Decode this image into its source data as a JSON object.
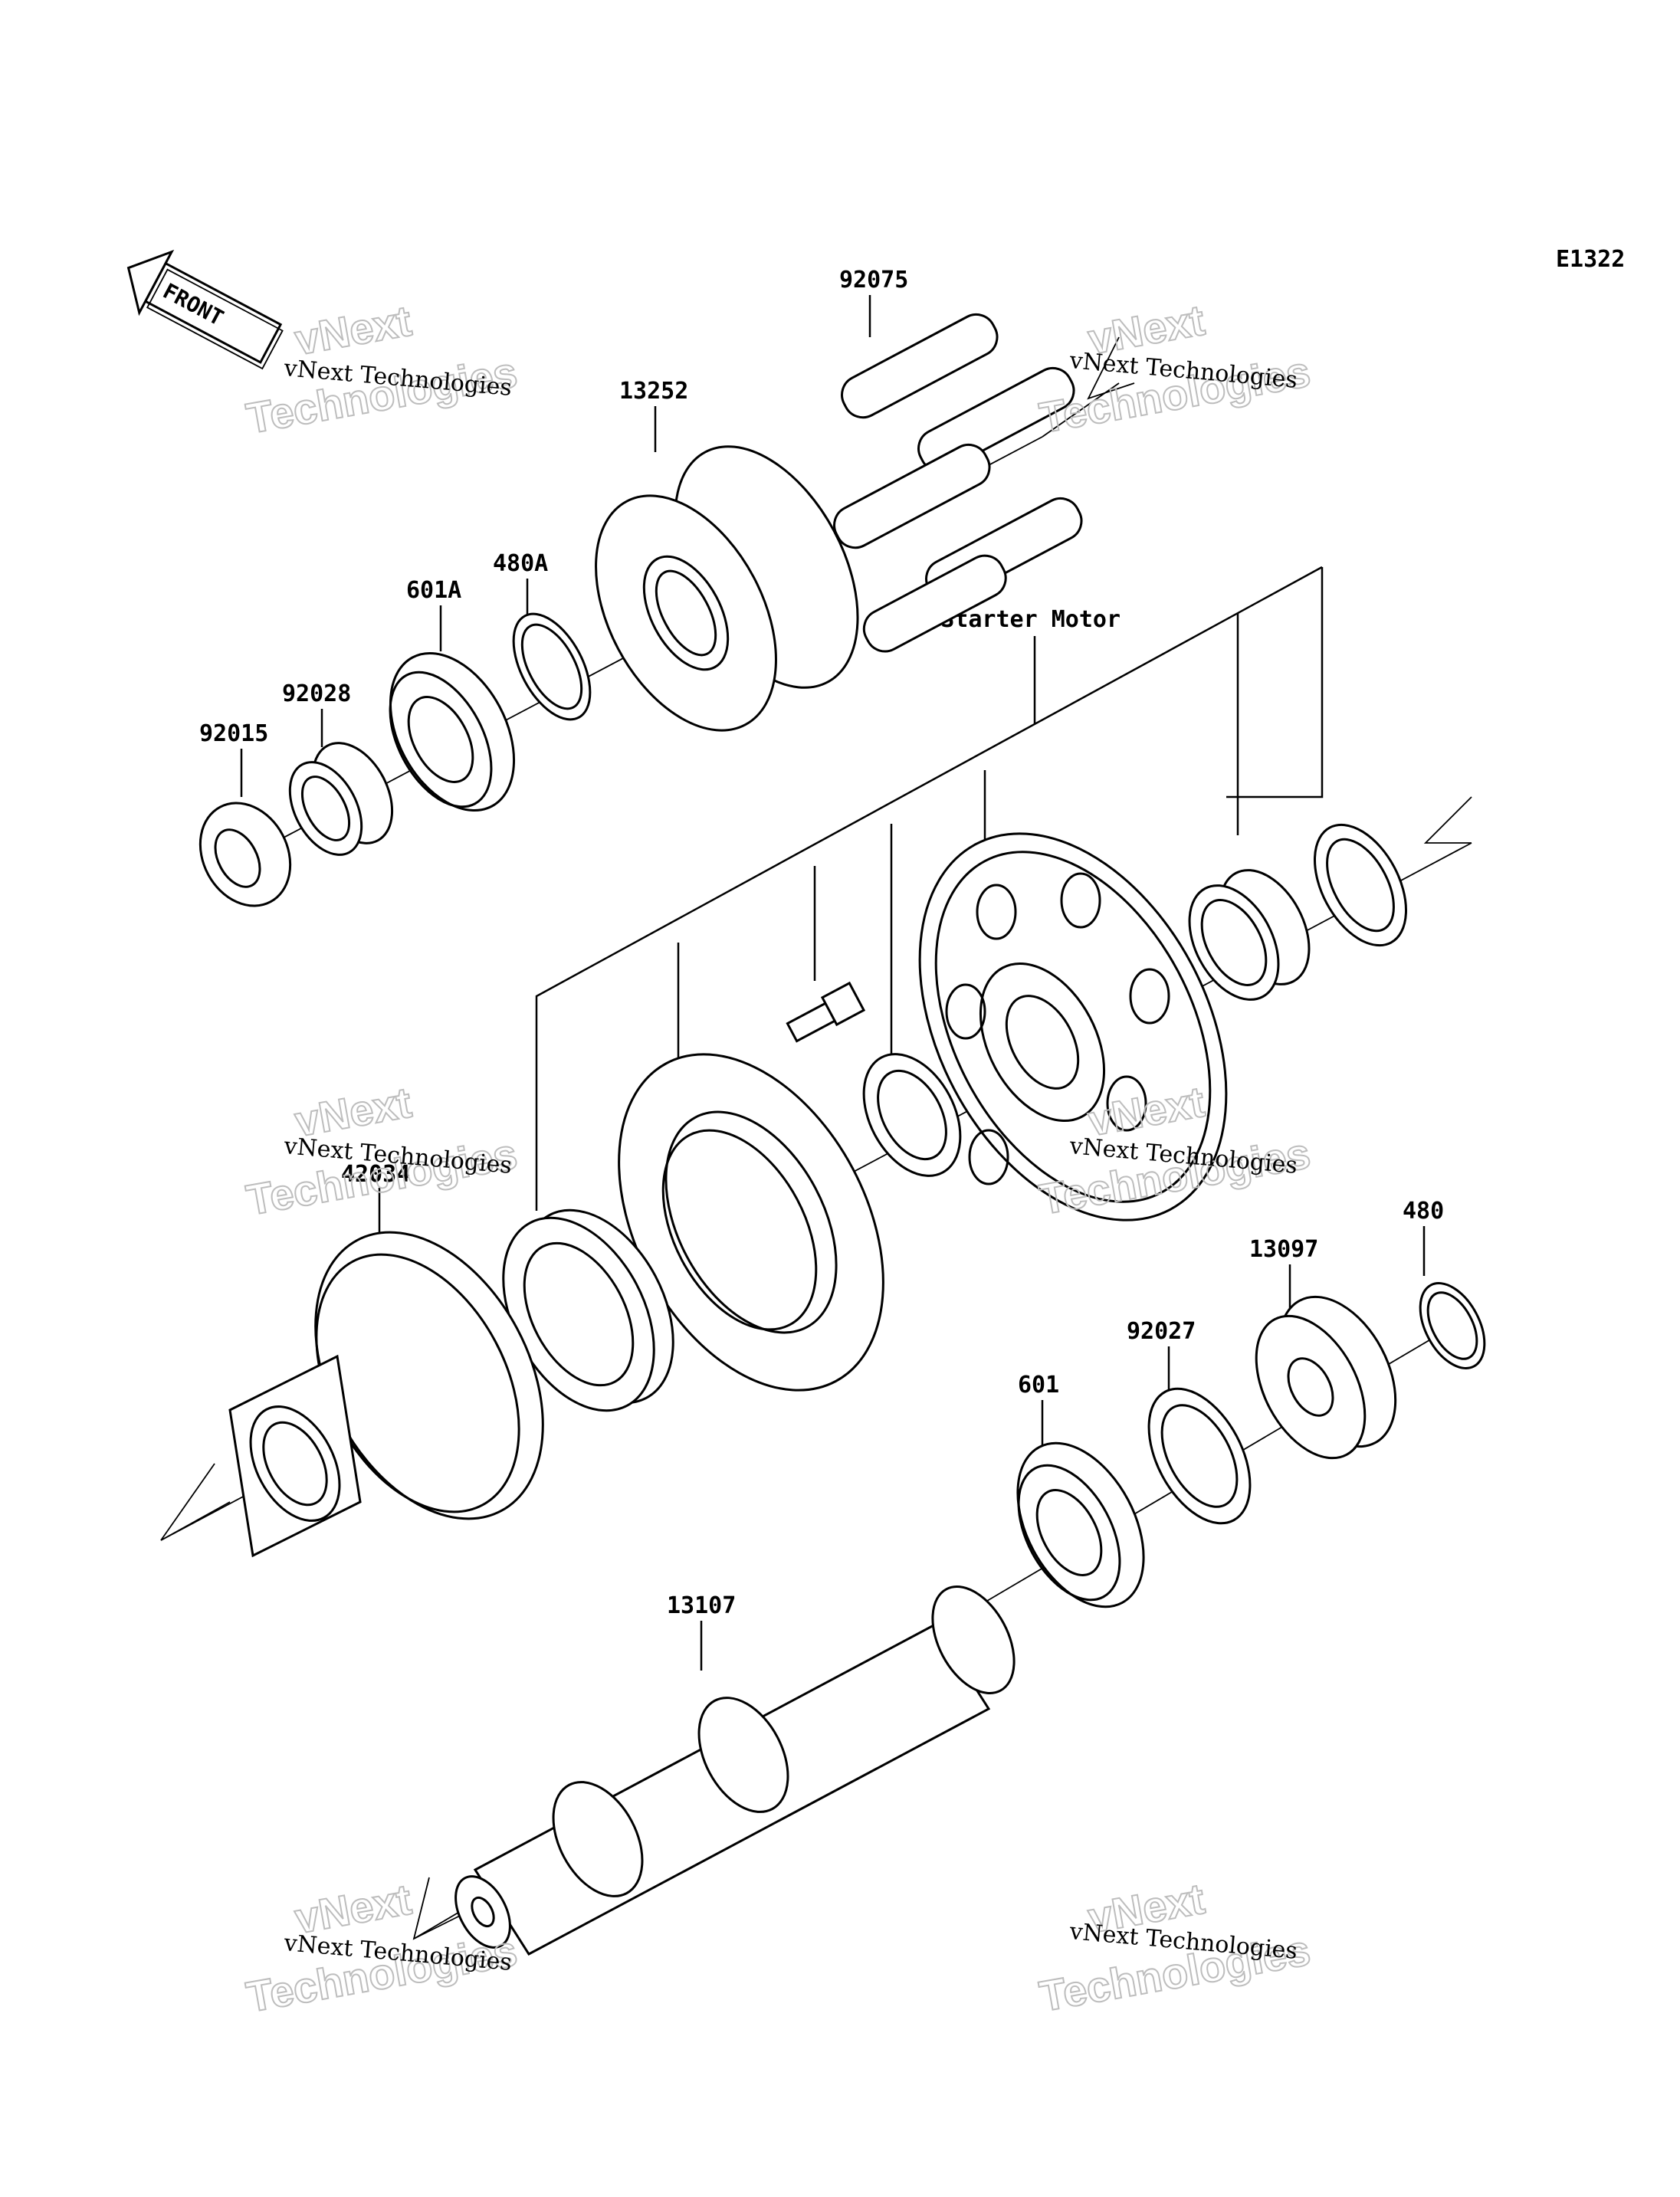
{
  "diagram_code": "E1322",
  "front_label": "FRONT",
  "reference_label": "Ref.Starter Motor",
  "parts": [
    {
      "id": "p92075",
      "label": "92075"
    },
    {
      "id": "p13252",
      "label": "13252"
    },
    {
      "id": "p480A",
      "label": "480A"
    },
    {
      "id": "p601A",
      "label": "601A"
    },
    {
      "id": "p92028",
      "label": "92028"
    },
    {
      "id": "p92015",
      "label": "92015"
    },
    {
      "id": "p42034",
      "label": "42034"
    },
    {
      "id": "p480",
      "label": "480"
    },
    {
      "id": "p13097",
      "label": "13097"
    },
    {
      "id": "p92027",
      "label": "92027"
    },
    {
      "id": "p601",
      "label": "601"
    },
    {
      "id": "p13107",
      "label": "13107"
    }
  ],
  "watermark": {
    "company": "vNext Technologies",
    "line1": "vNext",
    "line2": "Technologies"
  }
}
